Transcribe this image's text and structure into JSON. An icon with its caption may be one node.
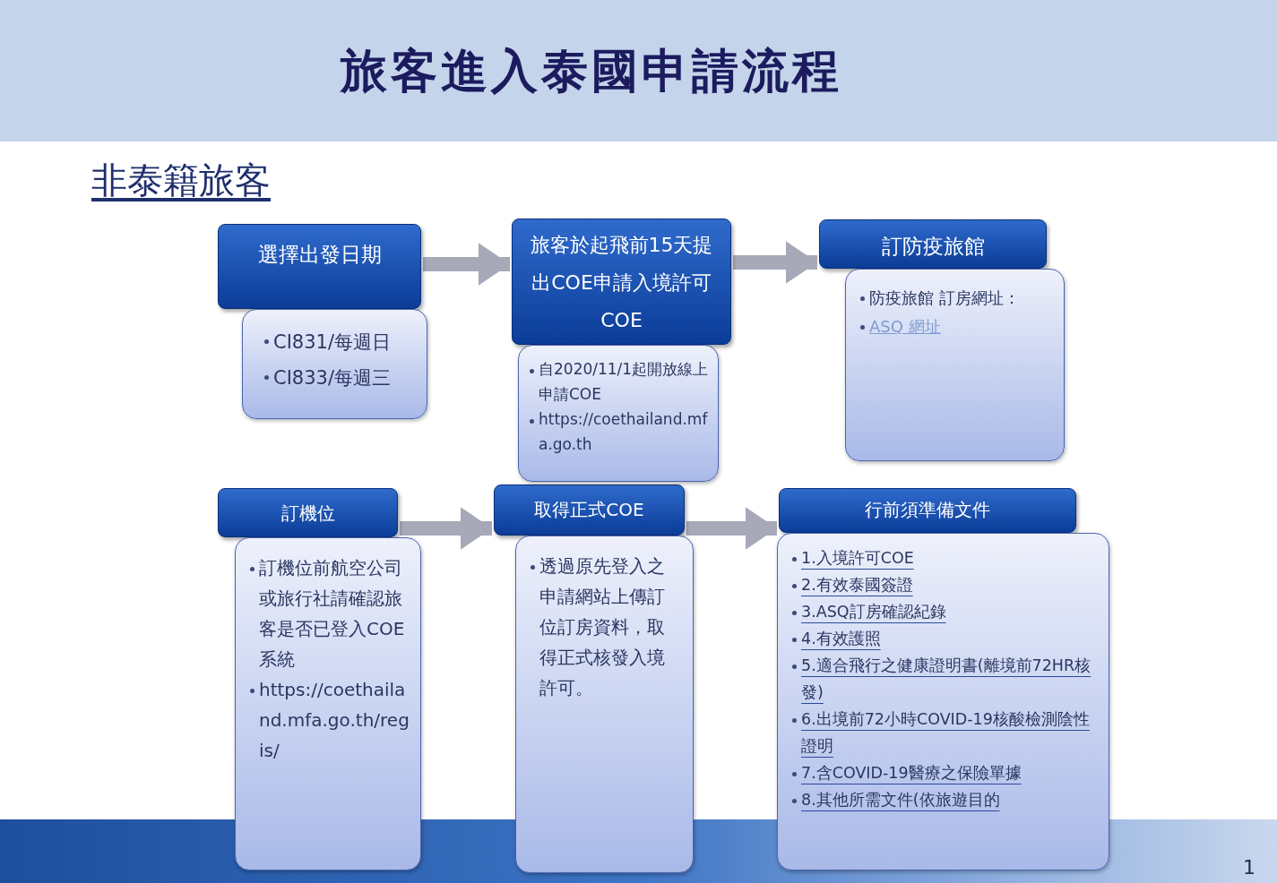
{
  "diagram": {
    "title": "旅客進入泰國申請流程",
    "nodes": [
      {
        "text": [
          "選擇出發日期"
        ]
      },
      {
        "text": [
          "CI831/每週日",
          "CI833/每週三"
        ]
      },
      {
        "text": [
          "旅客於起飛前15天提出COE申請入境許可COE"
        ]
      },
      {
        "text": [
          "自2020/11/1起開放線上申請COE",
          "https://coethailand.mfa.go.th"
        ]
      },
      {
        "text": [
          "訂防疫旅館"
        ]
      },
      {
        "text": [
          "防疫旅館 訂房網址：",
          "ASQ 網址"
        ]
      },
      {
        "text": [
          "訂機位"
        ]
      },
      {
        "text": [
          "訂機位前航空公司或旅行社請確認旅客是否已登入COE系統",
          "https://coethailand.mfa.go.th/regis/"
        ]
      },
      {
        "text": [
          "取得正式COE"
        ]
      },
      {
        "text": [
          "透過原先登入之申請網站上傳訂位訂房資料，取得正式核發入境許可。"
        ]
      },
      {
        "text": [
          "行前須準備文件"
        ]
      },
      {
        "text": [
          "1.入境許可COE",
          "2.有效泰國簽證",
          "3.ASQ訂房確認紀錄",
          "4.有效護照",
          "5.適合飛行之健康證明書(離境前72HR核發)",
          "6.出境前72小時COVID-19核酸檢測陰性證明",
          "7.含COVID-19醫療之保險單據",
          "8.其他所需文件(依旅遊目的"
        ]
      }
    ],
    "edges": [
      {
        "from": 0,
        "to": 2,
        "arrow": "to"
      },
      {
        "from": 2,
        "to": 4,
        "arrow": "to"
      },
      {
        "from": 6,
        "to": 8,
        "arrow": "to"
      },
      {
        "from": 8,
        "to": 10,
        "arrow": "to"
      }
    ],
    "labels": [
      "非泰籍旅客",
      "1"
    ]
  }
}
